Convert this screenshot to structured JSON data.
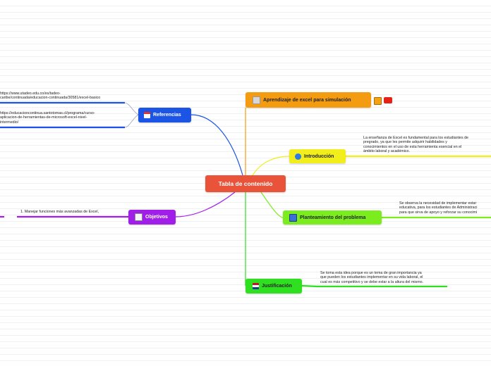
{
  "center": {
    "label": "Tabla de contenido"
  },
  "branches": {
    "aprendizaje": {
      "label": "Aprendizaje de excel para simulación",
      "color": "#f39c12"
    },
    "introduccion": {
      "label": "Introducción",
      "color": "#f1ee1c",
      "note": [
        "La enseñanza de Excel es fundamental para los estudiantes de",
        "pregrado, ya que les permite adquirir habilidades y",
        "conocimientos en el uso de esta herramienta esencial en el",
        "ámbito laboral y académico."
      ]
    },
    "planteamiento": {
      "label": "Planteamiento del problema",
      "color": "#7bed1f",
      "note": [
        "Se observa la necesidad de implementar estar",
        "educativa, para los estudiantes de Administraci",
        "para que sirva de apoyo y reforzar su conocimi"
      ]
    },
    "justificacion": {
      "label": "Justificación",
      "color": "#2ee01f",
      "note": [
        "Se toma esta idea porque  es un tema de gran importancia ya",
        "que pueden los estudiantes implementar en su vida laboral, el",
        "cual es más competitivo y se debe estar a la altura del mismo."
      ]
    },
    "referencias": {
      "label": "Referencias",
      "color": "#1c55e6",
      "links": [
        [
          "https://www.utadeo.edu.co/es/tadeo-",
          "caribe/continuada/educacion-continuada/30581/excel-basico"
        ],
        [
          "https://educacioncontinua.santotomas.cl/programa/curso-",
          "aplicacion-de-herramientas-de-microsoft-excel-nivel-",
          "intermedio/"
        ]
      ]
    },
    "objetivos": {
      "label": "Objetivos",
      "color": "#a11ee8",
      "note": [
        "1.  Manejar funciones más avanzadas de Excel,"
      ]
    }
  },
  "icons": {
    "aprendizaje": "page-icon",
    "introduccion": "info-icon",
    "planteamiento": "image-icon",
    "justificacion": "flag-icon",
    "referencias": "calendar-icon",
    "objetivos": "document-icon",
    "extras": [
      "list-icon",
      "youtube-icon"
    ]
  }
}
